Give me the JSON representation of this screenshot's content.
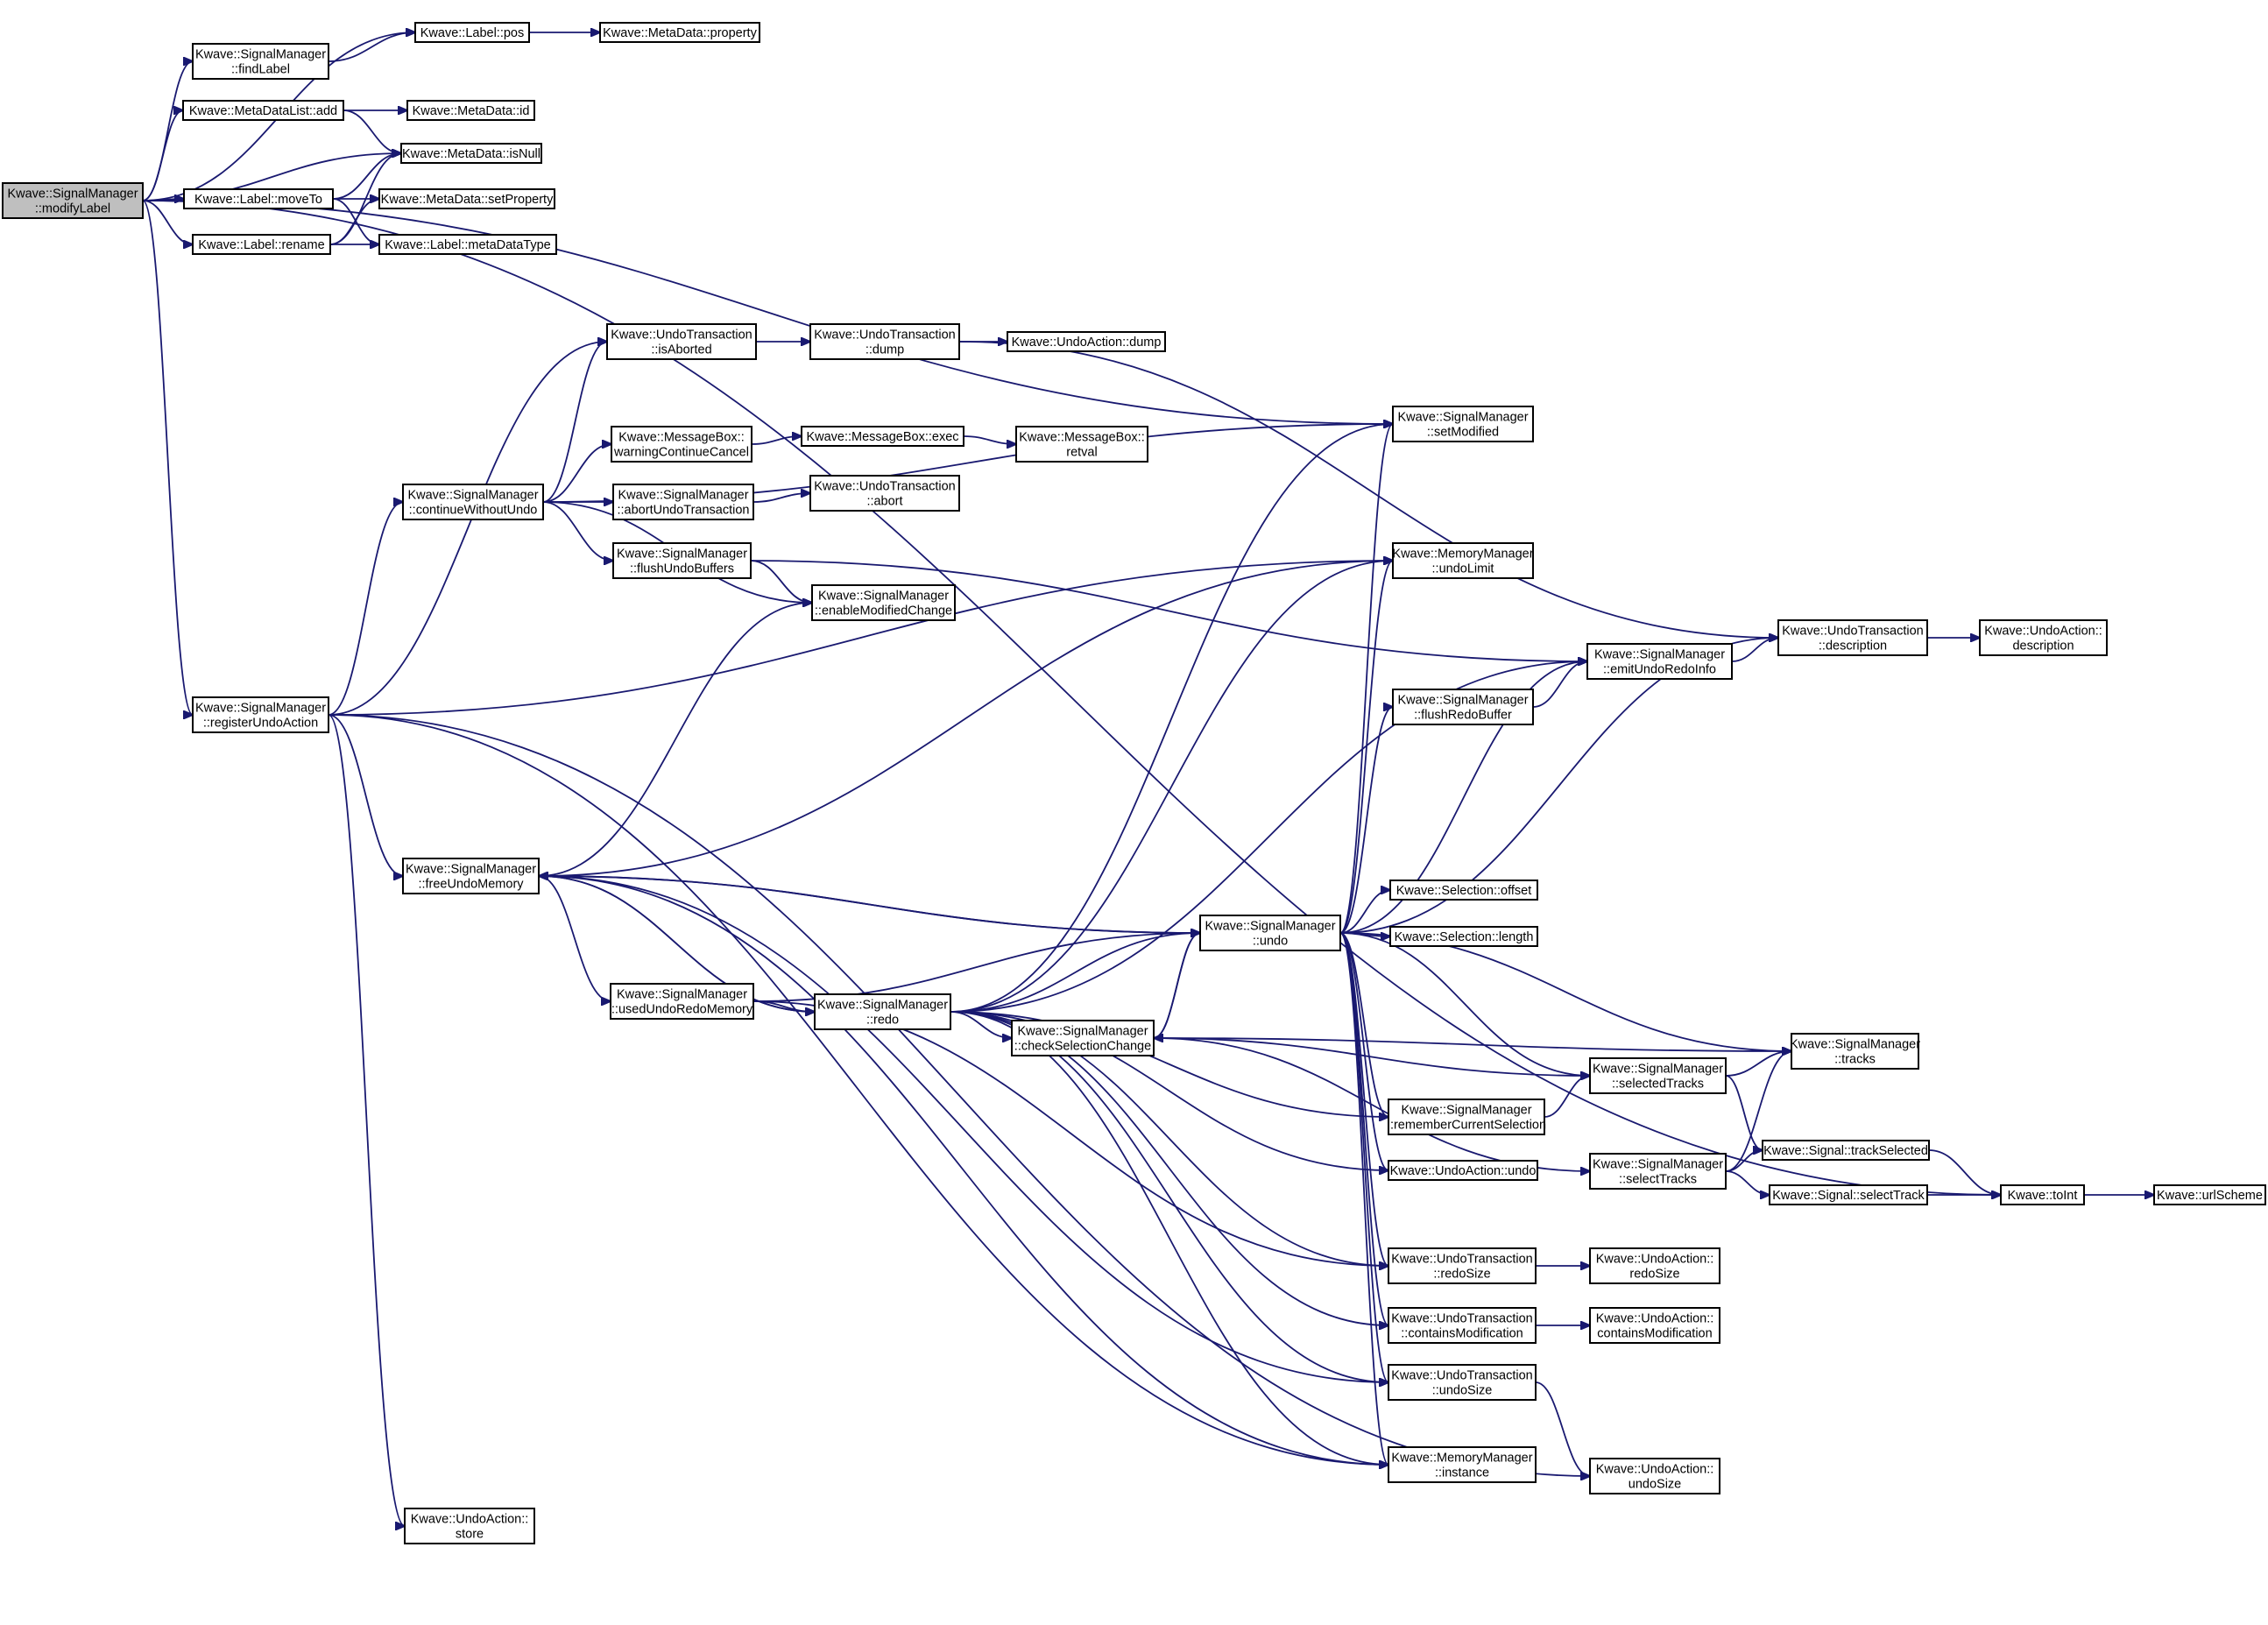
{
  "diagram": {
    "title": "",
    "nodes": [
      {
        "id": "modifyLabel",
        "lines": [
          "Kwave::SignalManager",
          "::modifyLabel"
        ],
        "root": true
      },
      {
        "id": "findLabel",
        "lines": [
          "Kwave::SignalManager",
          "::findLabel"
        ]
      },
      {
        "id": "labelPos",
        "lines": [
          "Kwave::Label::pos"
        ]
      },
      {
        "id": "mdProperty",
        "lines": [
          "Kwave::MetaData::property"
        ]
      },
      {
        "id": "mdlAdd",
        "lines": [
          "Kwave::MetaDataList::add"
        ]
      },
      {
        "id": "mdId",
        "lines": [
          "Kwave::MetaData::id"
        ]
      },
      {
        "id": "mdIsNull",
        "lines": [
          "Kwave::MetaData::isNull"
        ]
      },
      {
        "id": "labelMoveTo",
        "lines": [
          "Kwave::Label::moveTo"
        ]
      },
      {
        "id": "mdSetProperty",
        "lines": [
          "Kwave::MetaData::setProperty"
        ]
      },
      {
        "id": "labelRename",
        "lines": [
          "Kwave::Label::rename"
        ]
      },
      {
        "id": "labelMetaDataType",
        "lines": [
          "Kwave::Label::metaDataType"
        ]
      },
      {
        "id": "utIsAborted",
        "lines": [
          "Kwave::UndoTransaction",
          "::isAborted"
        ]
      },
      {
        "id": "utDump",
        "lines": [
          "Kwave::UndoTransaction",
          "::dump"
        ]
      },
      {
        "id": "uaDump",
        "lines": [
          "Kwave::UndoAction::dump"
        ]
      },
      {
        "id": "smSetModified",
        "lines": [
          "Kwave::SignalManager",
          "::setModified"
        ]
      },
      {
        "id": "mbWarning",
        "lines": [
          "Kwave::MessageBox::",
          "warningContinueCancel"
        ]
      },
      {
        "id": "mbExec",
        "lines": [
          "Kwave::MessageBox::exec"
        ]
      },
      {
        "id": "mbRetval",
        "lines": [
          "Kwave::MessageBox::",
          "retval"
        ]
      },
      {
        "id": "smContinueWithoutUndo",
        "lines": [
          "Kwave::SignalManager",
          "::continueWithoutUndo"
        ]
      },
      {
        "id": "smAbortUndoTransaction",
        "lines": [
          "Kwave::SignalManager",
          "::abortUndoTransaction"
        ]
      },
      {
        "id": "utAbort",
        "lines": [
          "Kwave::UndoTransaction",
          "::abort"
        ]
      },
      {
        "id": "smFlushUndoBuffers",
        "lines": [
          "Kwave::SignalManager",
          "::flushUndoBuffers"
        ]
      },
      {
        "id": "smEnableModifiedChange",
        "lines": [
          "Kwave::SignalManager",
          "::enableModifiedChange"
        ]
      },
      {
        "id": "mmUndoLimit",
        "lines": [
          "Kwave::MemoryManager",
          "::undoLimit"
        ]
      },
      {
        "id": "smEmitUndoRedoInfo",
        "lines": [
          "Kwave::SignalManager",
          "::emitUndoRedoInfo"
        ]
      },
      {
        "id": "utDescription",
        "lines": [
          "Kwave::UndoTransaction",
          "::description"
        ]
      },
      {
        "id": "uaDescription",
        "lines": [
          "Kwave::UndoAction::",
          "description"
        ]
      },
      {
        "id": "smFlushRedoBuffer",
        "lines": [
          "Kwave::SignalManager",
          "::flushRedoBuffer"
        ]
      },
      {
        "id": "smRegisterUndoAction",
        "lines": [
          "Kwave::SignalManager",
          "::registerUndoAction"
        ]
      },
      {
        "id": "smFreeUndoMemory",
        "lines": [
          "Kwave::SignalManager",
          "::freeUndoMemory"
        ]
      },
      {
        "id": "selOffset",
        "lines": [
          "Kwave::Selection::offset"
        ]
      },
      {
        "id": "smUndo",
        "lines": [
          "Kwave::SignalManager",
          "::undo"
        ]
      },
      {
        "id": "selLength",
        "lines": [
          "Kwave::Selection::length"
        ]
      },
      {
        "id": "smUsedUndoRedoMemory",
        "lines": [
          "Kwave::SignalManager",
          "::usedUndoRedoMemory"
        ]
      },
      {
        "id": "smRedo",
        "lines": [
          "Kwave::SignalManager",
          "::redo"
        ]
      },
      {
        "id": "smCheckSelectionChange",
        "lines": [
          "Kwave::SignalManager",
          "::checkSelectionChange"
        ]
      },
      {
        "id": "smTracks",
        "lines": [
          "Kwave::SignalManager",
          "::tracks"
        ]
      },
      {
        "id": "smSelectedTracks",
        "lines": [
          "Kwave::SignalManager",
          "::selectedTracks"
        ]
      },
      {
        "id": "smRememberCurrentSelection",
        "lines": [
          "Kwave::SignalManager",
          "::rememberCurrentSelection"
        ]
      },
      {
        "id": "sigTrackSelected",
        "lines": [
          "Kwave::Signal::trackSelected"
        ]
      },
      {
        "id": "uaUndo",
        "lines": [
          "Kwave::UndoAction::undo"
        ]
      },
      {
        "id": "smSelectTracks",
        "lines": [
          "Kwave::SignalManager",
          "::selectTracks"
        ]
      },
      {
        "id": "sigSelectTrack",
        "lines": [
          "Kwave::Signal::selectTrack"
        ]
      },
      {
        "id": "toInt",
        "lines": [
          "Kwave::toInt"
        ]
      },
      {
        "id": "urlScheme",
        "lines": [
          "Kwave::urlScheme"
        ]
      },
      {
        "id": "utRedoSize",
        "lines": [
          "Kwave::UndoTransaction",
          "::redoSize"
        ]
      },
      {
        "id": "uaRedoSize",
        "lines": [
          "Kwave::UndoAction::",
          "redoSize"
        ]
      },
      {
        "id": "utContainsModification",
        "lines": [
          "Kwave::UndoTransaction",
          "::containsModification"
        ]
      },
      {
        "id": "uaContainsModification",
        "lines": [
          "Kwave::UndoAction::",
          "containsModification"
        ]
      },
      {
        "id": "utUndoSize",
        "lines": [
          "Kwave::UndoTransaction",
          "::undoSize"
        ]
      },
      {
        "id": "mmInstance",
        "lines": [
          "Kwave::MemoryManager",
          "::instance"
        ]
      },
      {
        "id": "uaUndoSize",
        "lines": [
          "Kwave::UndoAction::",
          "undoSize"
        ]
      },
      {
        "id": "uaStore",
        "lines": [
          "Kwave::UndoAction::",
          "store"
        ]
      }
    ],
    "edges": [
      [
        "modifyLabel",
        "labelPos"
      ],
      [
        "modifyLabel",
        "findLabel"
      ],
      [
        "modifyLabel",
        "mdlAdd"
      ],
      [
        "modifyLabel",
        "mdIsNull"
      ],
      [
        "modifyLabel",
        "labelMoveTo"
      ],
      [
        "modifyLabel",
        "labelRename"
      ],
      [
        "modifyLabel",
        "smSetModified"
      ],
      [
        "modifyLabel",
        "smRegisterUndoAction"
      ],
      [
        "modifyLabel",
        "toInt"
      ],
      [
        "findLabel",
        "labelPos"
      ],
      [
        "labelPos",
        "mdProperty"
      ],
      [
        "mdlAdd",
        "mdId"
      ],
      [
        "mdlAdd",
        "mdIsNull"
      ],
      [
        "labelMoveTo",
        "mdIsNull"
      ],
      [
        "labelMoveTo",
        "mdSetProperty"
      ],
      [
        "labelMoveTo",
        "labelMetaDataType"
      ],
      [
        "labelRename",
        "mdIsNull"
      ],
      [
        "labelRename",
        "mdSetProperty"
      ],
      [
        "labelRename",
        "labelMetaDataType"
      ],
      [
        "utIsAborted",
        "utDump"
      ],
      [
        "utDump",
        "uaDump"
      ],
      [
        "utDump",
        "utDescription"
      ],
      [
        "utDescription",
        "uaDescription"
      ],
      [
        "smContinueWithoutUndo",
        "utIsAborted"
      ],
      [
        "smContinueWithoutUndo",
        "smSetModified"
      ],
      [
        "smContinueWithoutUndo",
        "mbWarning"
      ],
      [
        "smContinueWithoutUndo",
        "smAbortUndoTransaction"
      ],
      [
        "smContinueWithoutUndo",
        "smFlushUndoBuffers"
      ],
      [
        "smContinueWithoutUndo",
        "smEnableModifiedChange"
      ],
      [
        "mbWarning",
        "mbExec"
      ],
      [
        "mbExec",
        "mbRetval"
      ],
      [
        "smAbortUndoTransaction",
        "utAbort"
      ],
      [
        "smFlushUndoBuffers",
        "smEnableModifiedChange"
      ],
      [
        "smFlushUndoBuffers",
        "smEmitUndoRedoInfo"
      ],
      [
        "smEmitUndoRedoInfo",
        "utDescription"
      ],
      [
        "smFlushRedoBuffer",
        "smEmitUndoRedoInfo"
      ],
      [
        "smRegisterUndoAction",
        "utIsAborted"
      ],
      [
        "smRegisterUndoAction",
        "smContinueWithoutUndo"
      ],
      [
        "smRegisterUndoAction",
        "mmUndoLimit"
      ],
      [
        "smRegisterUndoAction",
        "smFreeUndoMemory"
      ],
      [
        "smRegisterUndoAction",
        "uaStore"
      ],
      [
        "smRegisterUndoAction",
        "mmInstance"
      ],
      [
        "smRegisterUndoAction",
        "uaUndoSize"
      ],
      [
        "smFreeUndoMemory",
        "smEnableModifiedChange"
      ],
      [
        "smFreeUndoMemory",
        "mmUndoLimit"
      ],
      [
        "smFreeUndoMemory",
        "smUndo"
      ],
      [
        "smFreeUndoMemory",
        "smUsedUndoRedoMemory"
      ],
      [
        "smFreeUndoMemory",
        "smRedo"
      ],
      [
        "smFreeUndoMemory",
        "utUndoSize"
      ],
      [
        "smFreeUndoMemory",
        "mmInstance"
      ],
      [
        "smUsedUndoRedoMemory",
        "smRedo"
      ],
      [
        "smUsedUndoRedoMemory",
        "smUndo"
      ],
      [
        "smUsedUndoRedoMemory",
        "utRedoSize"
      ],
      [
        "smUndo",
        "smFreeUndoMemory"
      ],
      [
        "smUndo",
        "smSetModified"
      ],
      [
        "smUndo",
        "mmUndoLimit"
      ],
      [
        "smUndo",
        "smEmitUndoRedoInfo"
      ],
      [
        "smUndo",
        "utDescription"
      ],
      [
        "smUndo",
        "smFlushRedoBuffer"
      ],
      [
        "smUndo",
        "selOffset"
      ],
      [
        "smUndo",
        "selLength"
      ],
      [
        "smUndo",
        "smCheckSelectionChange"
      ],
      [
        "smUndo",
        "smTracks"
      ],
      [
        "smUndo",
        "smSelectedTracks"
      ],
      [
        "smUndo",
        "smRememberCurrentSelection"
      ],
      [
        "smUndo",
        "uaUndo"
      ],
      [
        "smUndo",
        "utRedoSize"
      ],
      [
        "smUndo",
        "utContainsModification"
      ],
      [
        "smUndo",
        "utUndoSize"
      ],
      [
        "smUndo",
        "mmInstance"
      ],
      [
        "smRedo",
        "smFreeUndoMemory"
      ],
      [
        "smRedo",
        "smSetModified"
      ],
      [
        "smRedo",
        "mmUndoLimit"
      ],
      [
        "smRedo",
        "smEmitUndoRedoInfo"
      ],
      [
        "smRedo",
        "smUndo"
      ],
      [
        "smRedo",
        "smCheckSelectionChange"
      ],
      [
        "smRedo",
        "smRememberCurrentSelection"
      ],
      [
        "smRedo",
        "uaUndo"
      ],
      [
        "smRedo",
        "utRedoSize"
      ],
      [
        "smRedo",
        "utContainsModification"
      ],
      [
        "smRedo",
        "utUndoSize"
      ],
      [
        "smRedo",
        "mmInstance"
      ],
      [
        "smCheckSelectionChange",
        "smUndo"
      ],
      [
        "smCheckSelectionChange",
        "smTracks"
      ],
      [
        "smCheckSelectionChange",
        "smSelectedTracks"
      ],
      [
        "smCheckSelectionChange",
        "smSelectTracks"
      ],
      [
        "smSelectedTracks",
        "smTracks"
      ],
      [
        "smSelectedTracks",
        "sigTrackSelected"
      ],
      [
        "smRememberCurrentSelection",
        "smSelectedTracks"
      ],
      [
        "smSelectTracks",
        "smTracks"
      ],
      [
        "smSelectTracks",
        "sigTrackSelected"
      ],
      [
        "smSelectTracks",
        "sigSelectTrack"
      ],
      [
        "sigTrackSelected",
        "toInt"
      ],
      [
        "sigSelectTrack",
        "toInt"
      ],
      [
        "toInt",
        "urlScheme"
      ],
      [
        "utRedoSize",
        "uaRedoSize"
      ],
      [
        "utContainsModification",
        "uaContainsModification"
      ],
      [
        "utUndoSize",
        "uaUndoSize"
      ]
    ]
  }
}
